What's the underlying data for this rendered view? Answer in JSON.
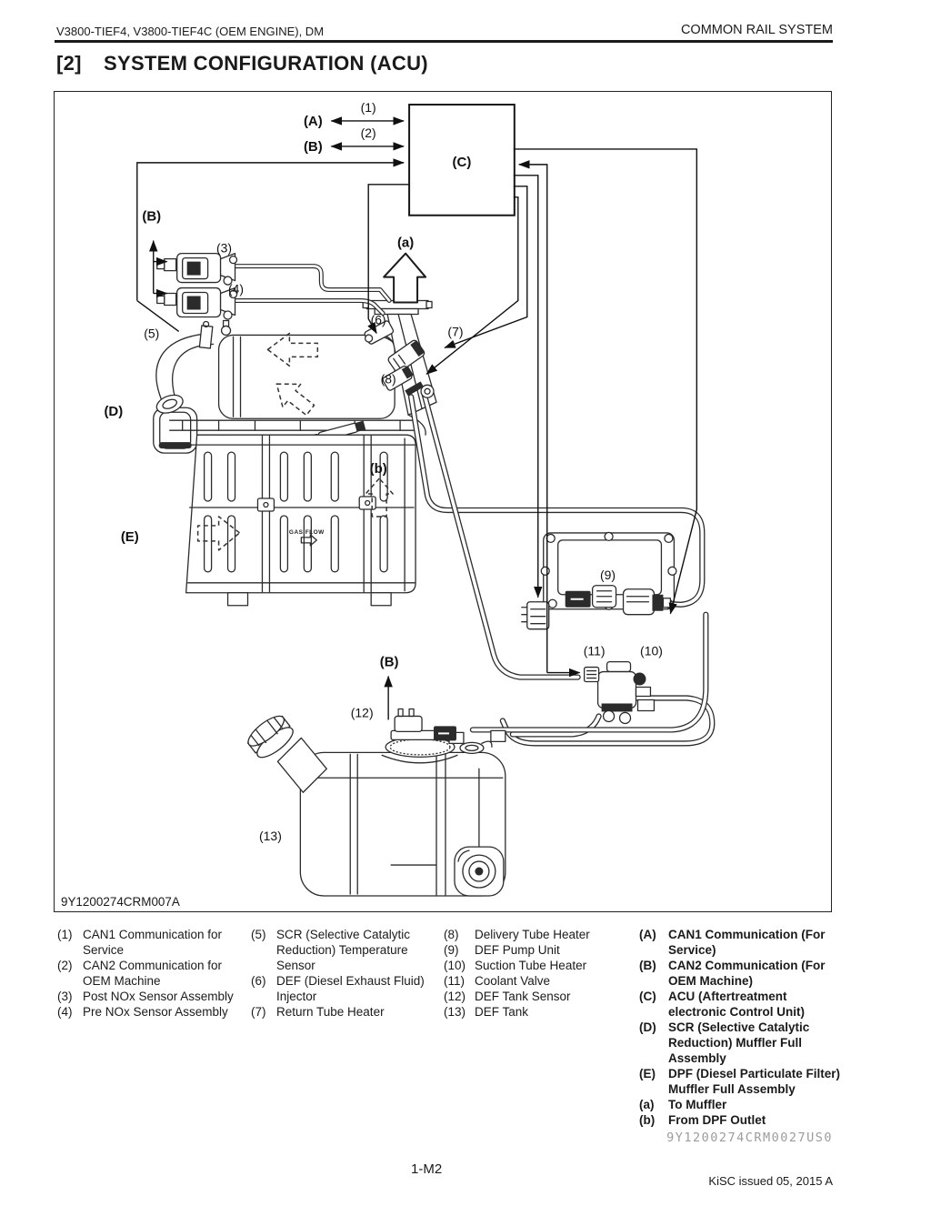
{
  "page": {
    "header_left": "V3800-TIEF4, V3800-TIEF4C (OEM ENGINE), DM",
    "header_right": "COMMON RAIL SYSTEM",
    "title_index": "[2]",
    "title_text": "SYSTEM CONFIGURATION (ACU)",
    "watermark": "9Y1200274CRM0027US0",
    "page_number": "1-M2",
    "issue_note": "KiSC issued 05, 2015 A"
  },
  "diagram": {
    "figure_code": "9Y1200274CRM007A",
    "gas_flow_label": "GAS FLOW",
    "callouts": {
      "A": "(A)",
      "n1": "(1)",
      "B": "(B)",
      "n2": "(2)",
      "C": "(C)",
      "a": "(a)",
      "B_sensors": "(B)",
      "n3": "(3)",
      "n4": "(4)",
      "n5": "(5)",
      "n6": "(6)",
      "n7": "(7)",
      "n8": "(8)",
      "D": "(D)",
      "b": "(b)",
      "E": "(E)",
      "n9": "(9)",
      "n10": "(10)",
      "n11": "(11)",
      "B_tank": "(B)",
      "n12": "(12)",
      "n13": "(13)"
    }
  },
  "legend": {
    "col1": [
      {
        "num": "(1)",
        "text": "CAN1 Communication for Service"
      },
      {
        "num": "(2)",
        "text": "CAN2 Communication for OEM Machine"
      },
      {
        "num": "(3)",
        "text": "Post NOx Sensor Assembly"
      },
      {
        "num": "(4)",
        "text": "Pre NOx Sensor Assembly"
      }
    ],
    "col2": [
      {
        "num": "(5)",
        "text": "SCR (Selective Catalytic Reduction) Temperature Sensor"
      },
      {
        "num": "(6)",
        "text": "DEF (Diesel Exhaust Fluid) Injector"
      },
      {
        "num": "(7)",
        "text": "Return Tube Heater"
      }
    ],
    "col3": [
      {
        "num": "(8)",
        "text": "Delivery Tube Heater"
      },
      {
        "num": "(9)",
        "text": "DEF Pump Unit"
      },
      {
        "num": "(10)",
        "text": "Suction Tube Heater"
      },
      {
        "num": "(11)",
        "text": "Coolant Valve"
      },
      {
        "num": "(12)",
        "text": "DEF Tank Sensor"
      },
      {
        "num": "(13)",
        "text": "DEF Tank"
      }
    ],
    "col4": [
      {
        "num": "(A)",
        "text": "CAN1 Communication (For Service)"
      },
      {
        "num": "(B)",
        "text": "CAN2 Communication (For OEM Machine)"
      },
      {
        "num": "(C)",
        "text": "ACU (Aftertreatment electronic Control Unit)"
      },
      {
        "num": "(D)",
        "text": "SCR (Selective Catalytic Reduction) Muffler Full Assembly"
      },
      {
        "num": "(E)",
        "text": "DPF (Diesel Particulate Filter) Muffler Full Assembly"
      },
      {
        "num": "(a)",
        "text": "To Muffler"
      },
      {
        "num": "(b)",
        "text": "From DPF Outlet"
      }
    ]
  },
  "colors": {
    "ink": "#1a1a1a",
    "paper": "#ffffff",
    "watermark_gray": "#9c9c9c"
  }
}
